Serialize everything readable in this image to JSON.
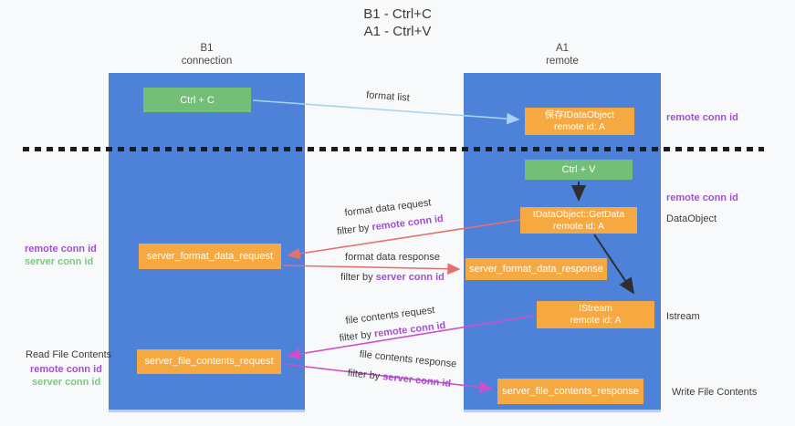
{
  "title": {
    "line1": "B1 - Ctrl+C",
    "line2": "A1 - Ctrl+V"
  },
  "lanes": {
    "left": {
      "name": "B1",
      "subtitle": "connection"
    },
    "right": {
      "name": "A1",
      "subtitle": "remote"
    }
  },
  "nodes": {
    "ctrl_c": "Ctrl + C",
    "ctrl_v": "Ctrl + V",
    "save_idataobject": {
      "line1": "保存IDataObject",
      "line2": "remote id: A"
    },
    "getdata": {
      "line1": "IDataObject::GetData",
      "line2": "remote id: A"
    },
    "istream": {
      "line1": "IStream",
      "line2": "remote id: A"
    },
    "server_format_data_request": "server_format_data_request",
    "server_format_data_response": "server_format_data_response",
    "server_file_contents_request": "server_file_contents_request",
    "server_file_contents_response": "server_file_contents_response"
  },
  "labels": {
    "format_list": "format list",
    "format_data_request": "format data request",
    "format_data_response": "format data response",
    "file_contents_request": "file contents request",
    "file_contents_response": "file contents response",
    "filter_by": "filter by ",
    "remote_conn_id": "remote conn id",
    "server_conn_id": "server conn id",
    "dataobject": "DataObject",
    "istream": "Istream",
    "read_file_contents": "Read File Contents",
    "write_file_contents": "Write File Contents"
  },
  "colors": {
    "background": "#f8f9fa",
    "lane_blue": "#4e82d8",
    "box_orange": "#f7a941",
    "box_green": "#74bf78",
    "arrow_light_blue": "#a5d3ef",
    "arrow_red": "#e57070",
    "arrow_magenta": "#cf4fcb",
    "arrow_black": "#2e2e2e",
    "text_purple": "#a24fd0",
    "text_green": "#7cc87f",
    "text_dark": "#3b3b3b"
  }
}
